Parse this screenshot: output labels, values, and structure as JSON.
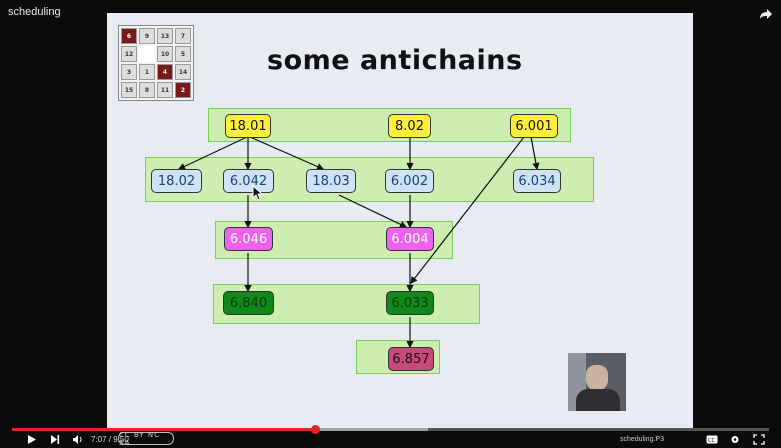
{
  "video": {
    "title": "scheduling"
  },
  "puzzle": {
    "tiles": [
      {
        "label": "6",
        "style": "dark"
      },
      {
        "label": "9",
        "style": "light"
      },
      {
        "label": "13",
        "style": "light"
      },
      {
        "label": "7",
        "style": "light"
      },
      {
        "label": "12",
        "style": "light"
      },
      {
        "label": "",
        "style": "empty"
      },
      {
        "label": "10",
        "style": "light"
      },
      {
        "label": "5",
        "style": "light"
      },
      {
        "label": "3",
        "style": "light"
      },
      {
        "label": "1",
        "style": "light"
      },
      {
        "label": "4",
        "style": "dark"
      },
      {
        "label": "14",
        "style": "light"
      },
      {
        "label": "15",
        "style": "light"
      },
      {
        "label": "8",
        "style": "light"
      },
      {
        "label": "11",
        "style": "light"
      },
      {
        "label": "2",
        "style": "dark"
      }
    ]
  },
  "slide": {
    "title": "some antichains",
    "nodes": {
      "n18_01": "18.01",
      "n8_02": "8.02",
      "n6_001": "6.001",
      "n18_02": "18.02",
      "n6_042": "6.042",
      "n18_03": "18.03",
      "n6_002": "6.002",
      "n6_034": "6.034",
      "n6_046": "6.046",
      "n6_004": "6.004",
      "n6_840": "6.840",
      "n6_033": "6.033",
      "n6_857": "6.857"
    },
    "colors": {
      "yellow": "#ffef3a",
      "blue": "#cfe3f7",
      "pink": "#ef61ee",
      "green": "#12881a",
      "red": "#c54c78",
      "band": "#cdeeb0"
    }
  },
  "player": {
    "time": "7:07 / 9:50",
    "brand_text": "scheduling.P3",
    "cc_logo": "CC BY NC SA",
    "progress": 0.4,
    "buffered": 0.55,
    "icons": [
      "play-icon",
      "next-icon",
      "volume-icon",
      "captions-icon",
      "settings-icon",
      "fullscreen-icon",
      "share-icon"
    ]
  }
}
